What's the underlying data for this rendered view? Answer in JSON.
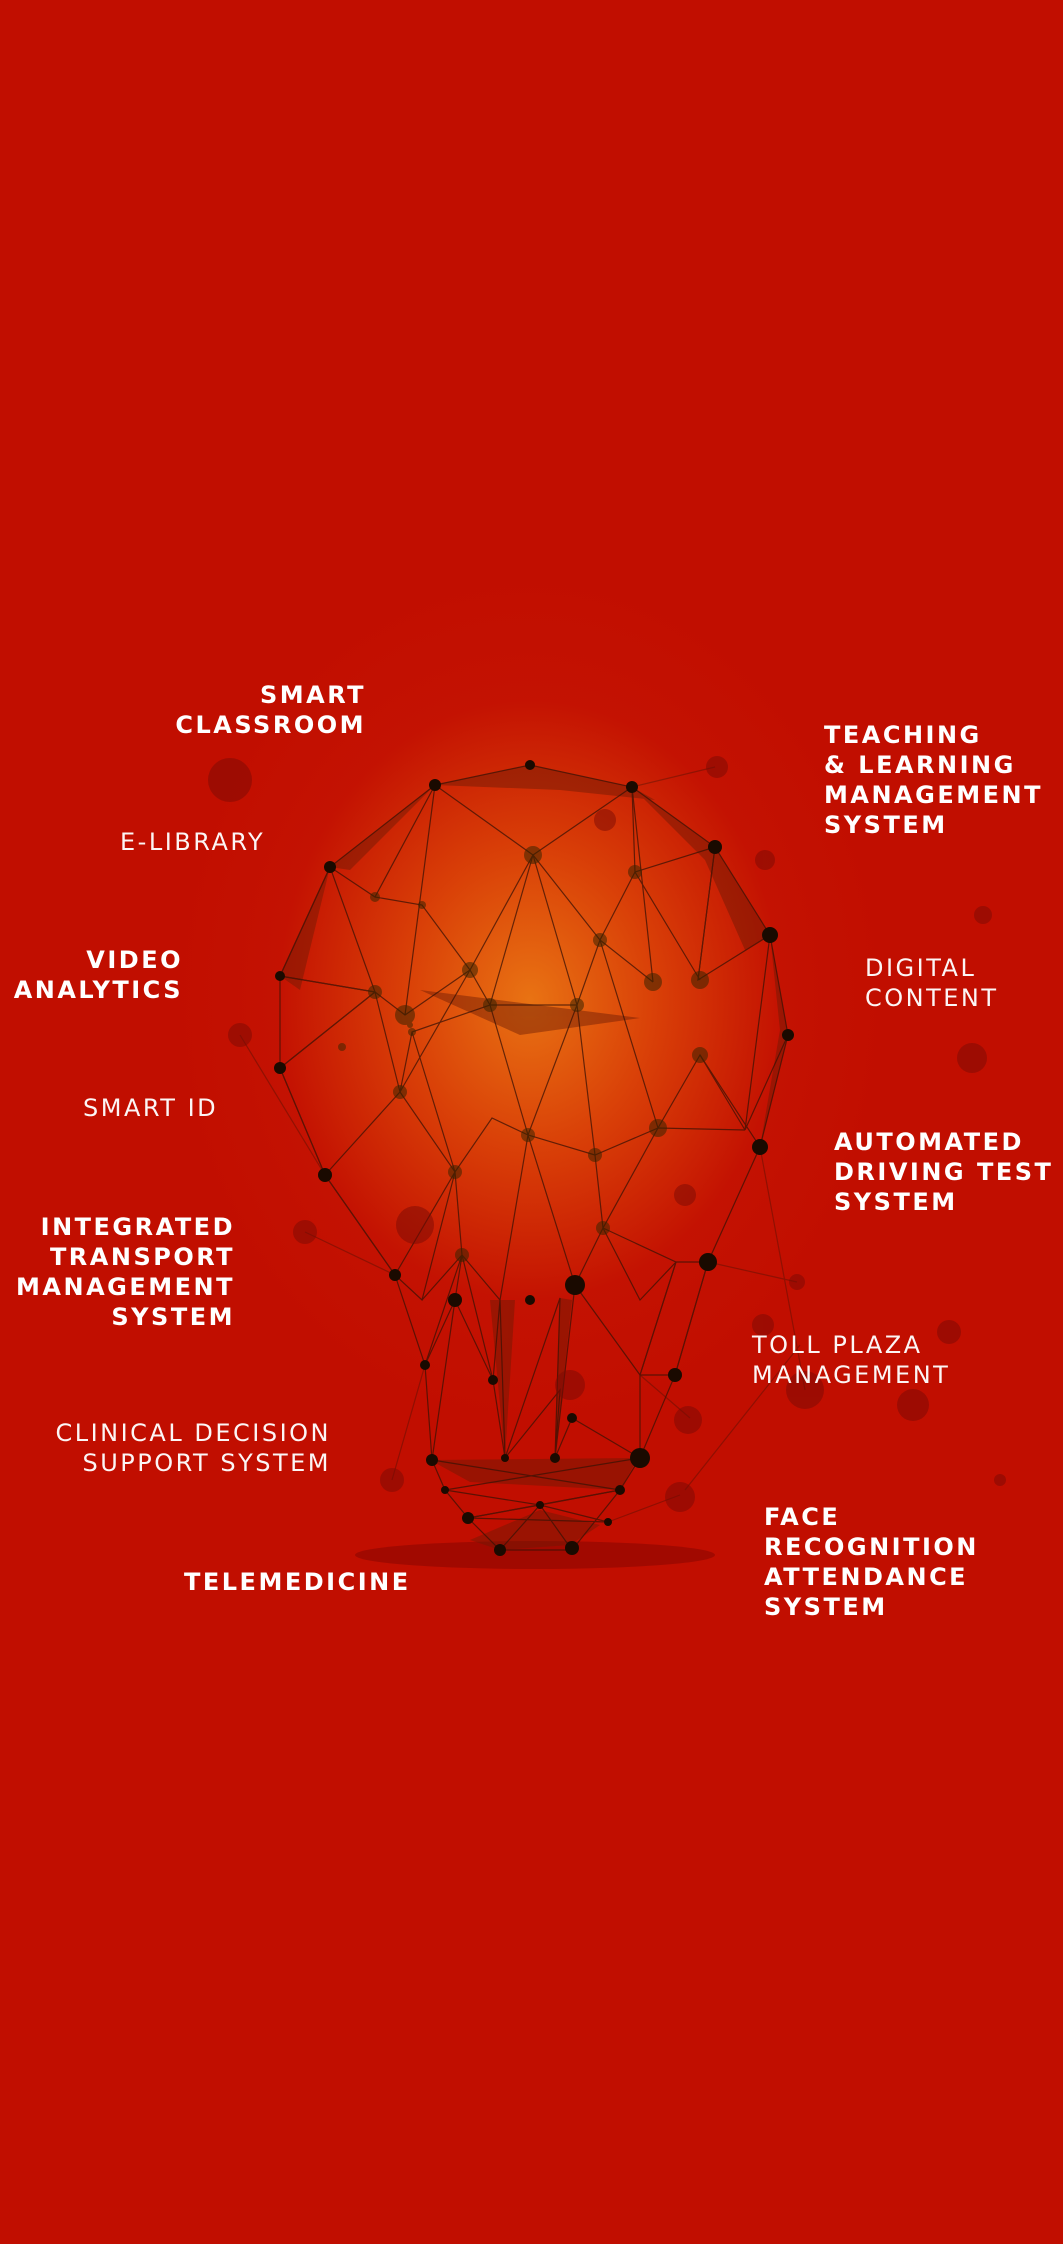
{
  "background_color": "#c10e00",
  "glow_color": "#e8781a",
  "illustration": {
    "name": "lightbulb-network-icon",
    "node_color": "#1a0a00",
    "line_color": "#3b1205"
  },
  "labels": {
    "smart_classroom": "SMART\nCLASSROOM",
    "e_library": "E-LIBRARY",
    "video_analytics": "VIDEO\nANALYTICS",
    "smart_id": "SMART ID",
    "integrated_transport": "INTEGRATED\nTRANSPORT\nMANAGEMENT\nSYSTEM",
    "clinical_decision": "CLINICAL DECISION\nSUPPORT SYSTEM",
    "telemedicine": "TELEMEDICINE",
    "teaching_learning": "TEACHING\n& LEARNING\nMANAGEMENT\nSYSTEM",
    "digital_content": "DIGITAL\nCONTENT",
    "automated_driving": "AUTOMATED\nDRIVING TEST\nSYSTEM",
    "toll_plaza": "TOLL PLAZA\nMANAGEMENT",
    "face_recognition": "FACE RECOGNITION\nATTENDANCE\nSYSTEM"
  }
}
